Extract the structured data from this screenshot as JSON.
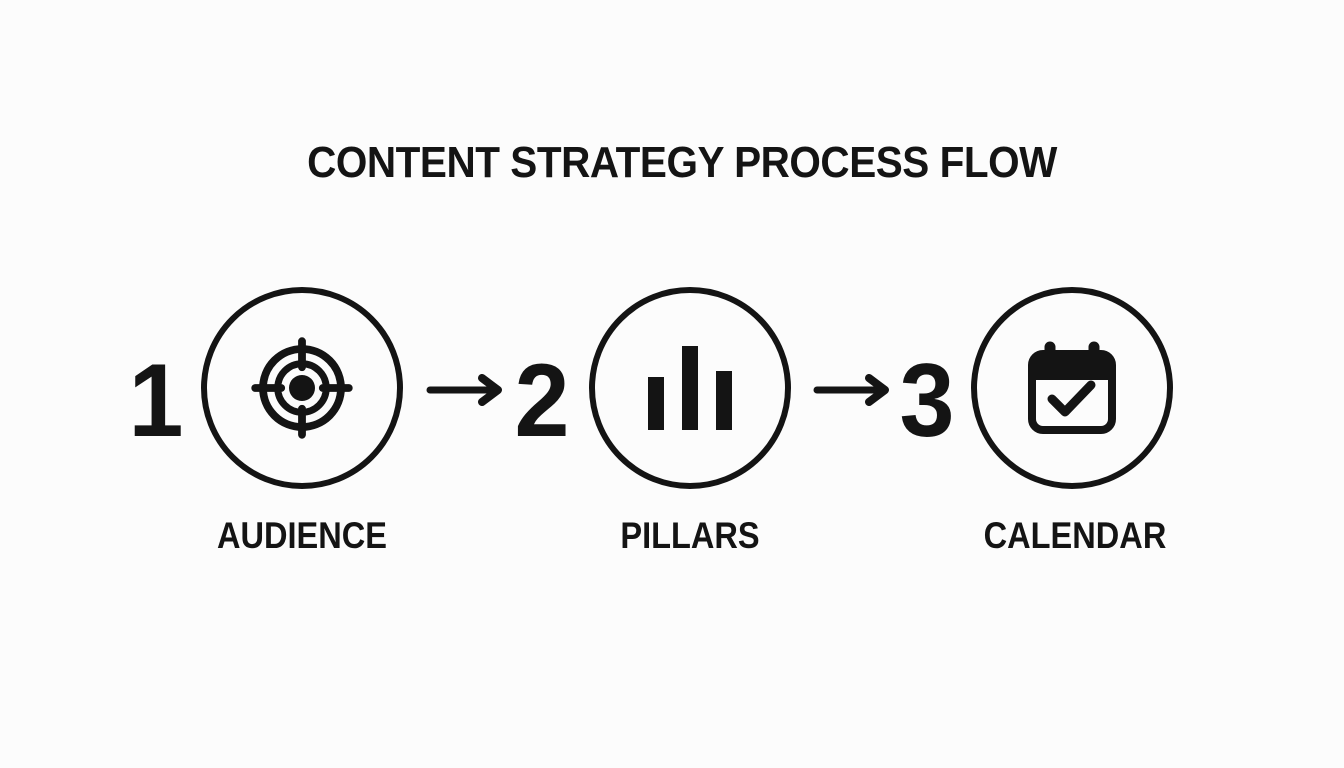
{
  "page": {
    "background_color": "#fcfcfc",
    "ink_color": "#141414"
  },
  "title": "CONTENT STRATEGY PROCESS FLOW",
  "steps": [
    {
      "number": "1",
      "label": "AUDIENCE",
      "icon": "target-icon"
    },
    {
      "number": "2",
      "label": "PILLARS",
      "icon": "bar-chart-icon"
    },
    {
      "number": "3",
      "label": "CALENDAR",
      "icon": "calendar-check-icon"
    }
  ],
  "connectors": [
    {
      "type": "arrow-right"
    },
    {
      "type": "arrow-right"
    }
  ]
}
